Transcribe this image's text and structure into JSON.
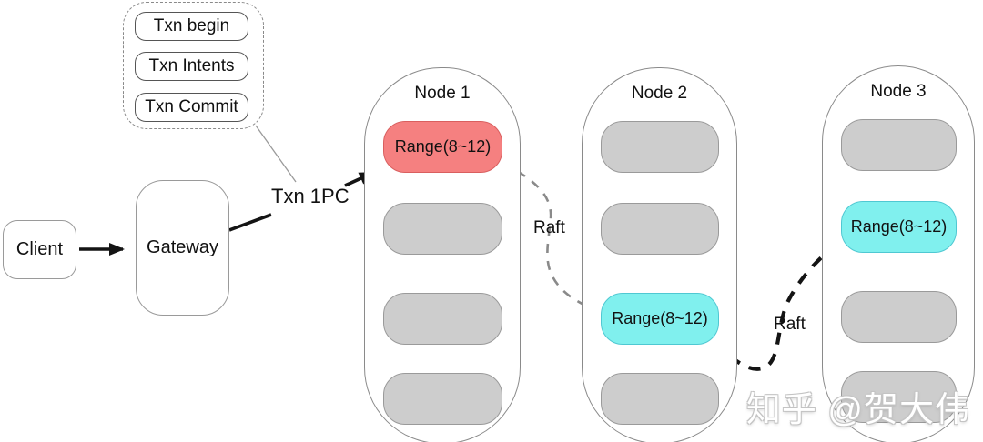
{
  "txn_flow": {
    "steps": [
      {
        "label": "Txn begin"
      },
      {
        "label": "Txn Intents"
      },
      {
        "label": "Txn Commit"
      }
    ]
  },
  "client": {
    "label": "Client"
  },
  "gateway": {
    "label": "Gateway"
  },
  "txn_1pc": {
    "label": "Txn 1PC"
  },
  "nodes": [
    {
      "title": "Node 1",
      "ranges": [
        {
          "label": "Range(8~12)",
          "type": "leader-red"
        },
        {
          "label": "",
          "type": "placeholder-gray"
        },
        {
          "label": "",
          "type": "placeholder-gray"
        },
        {
          "label": "",
          "type": "placeholder-gray"
        }
      ]
    },
    {
      "title": "Node 2",
      "ranges": [
        {
          "label": "",
          "type": "placeholder-gray"
        },
        {
          "label": "",
          "type": "placeholder-gray"
        },
        {
          "label": "Range(8~12)",
          "type": "replica-cyan"
        },
        {
          "label": "",
          "type": "placeholder-gray"
        }
      ]
    },
    {
      "title": "Node 3",
      "ranges": [
        {
          "label": "",
          "type": "placeholder-gray"
        },
        {
          "label": "Range(8~12)",
          "type": "replica-cyan"
        },
        {
          "label": "",
          "type": "placeholder-gray"
        },
        {
          "label": "",
          "type": "placeholder-gray"
        }
      ]
    }
  ],
  "raft": {
    "label_1": "Raft",
    "label_2": "Raft"
  },
  "watermark": {
    "text": "知乎 @贺大伟"
  },
  "colors": {
    "range_leader_fill": "#F58080",
    "range_leader_border": "#D95F5F",
    "range_replica_fill": "#80F0EE",
    "range_replica_border": "#4FC8D2",
    "range_placeholder_fill": "#CDCDCD",
    "range_placeholder_border": "#9A9A9A",
    "node_border": "#8A8A8A",
    "line_black": "#141414",
    "line_gray": "#8A8A8A",
    "watermark_text": "#FFFFFF"
  }
}
